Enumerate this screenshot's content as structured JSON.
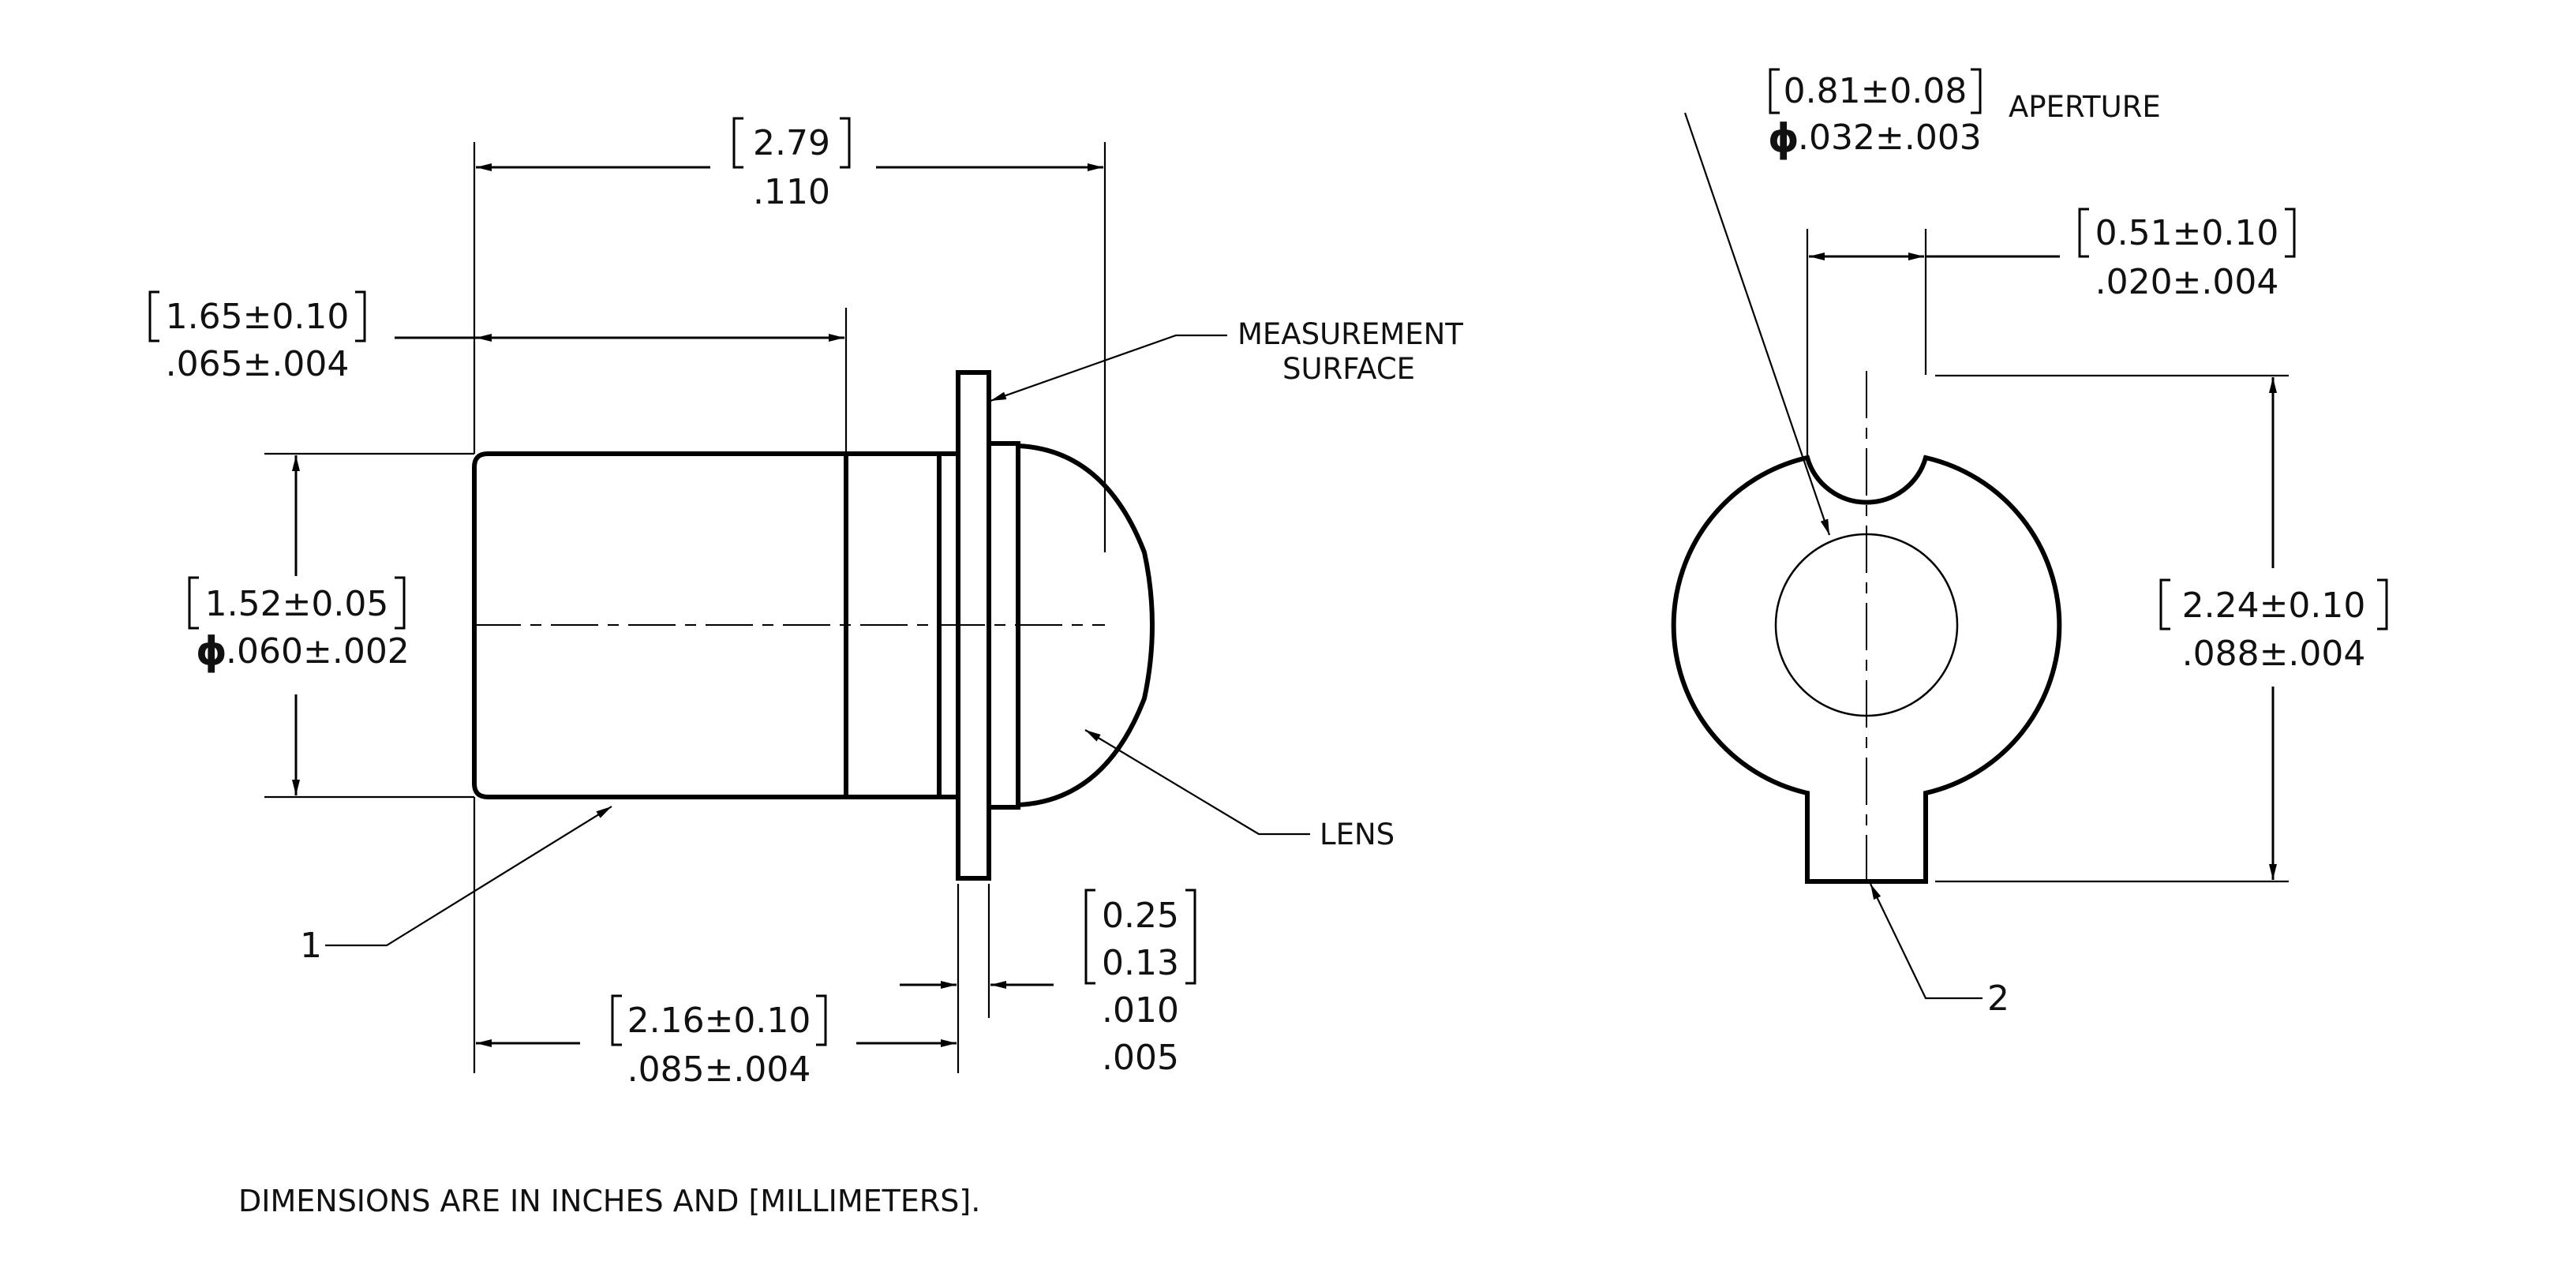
{
  "drawing": {
    "side_view": {
      "overall_length": {
        "mm": "2.79",
        "in": ".110"
      },
      "body_length": {
        "mm": "1.65±0.10",
        "in": ".065±.004"
      },
      "diameter": {
        "mm": "1.52±0.05",
        "symbol": "ϕ",
        "in": ".060±.002"
      },
      "base_length": {
        "mm": "2.16±0.10",
        "in": ".085±.004"
      },
      "flange_thickness": {
        "mm_max": "0.25",
        "mm_min": "0.13",
        "in_max": ".010",
        "in_min": ".005"
      },
      "callouts": {
        "measurement_surface_line1": "MEASUREMENT",
        "measurement_surface_line2": "SURFACE",
        "lens": "LENS",
        "item_1": "1"
      }
    },
    "end_view": {
      "aperture": {
        "mm": "0.81±0.08",
        "symbol": "ϕ",
        "in": ".032±.003",
        "label": "APERTURE"
      },
      "tab_width": {
        "mm": "0.51±0.10",
        "in": ".020±.004"
      },
      "overall_height": {
        "mm": "2.24±0.10",
        "in": ".088±.004"
      },
      "callouts": {
        "item_2": "2"
      }
    },
    "footnote": "DIMENSIONS ARE IN INCHES AND [MILLIMETERS]."
  }
}
